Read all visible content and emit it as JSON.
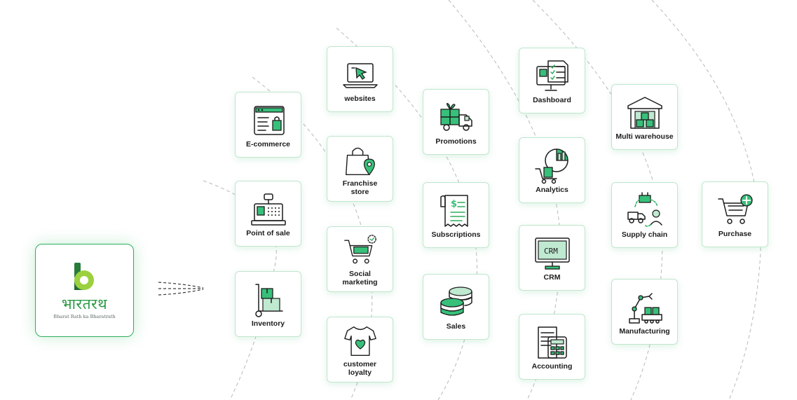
{
  "brand": {
    "name": "भारतरथ",
    "tagline": "Bharat Rath ka Bharatrath",
    "accent": "#2fae5b",
    "icon": "b-logo-icon"
  },
  "modules": [
    {
      "id": "e-commerce",
      "label": "E-commerce",
      "icon": "browser-shop-icon"
    },
    {
      "id": "point-of-sale",
      "label": "Point of sale",
      "icon": "cash-register-icon"
    },
    {
      "id": "inventory",
      "label": "Inventory",
      "icon": "hand-truck-boxes-icon"
    },
    {
      "id": "websites",
      "label": "websites",
      "icon": "laptop-cursor-icon"
    },
    {
      "id": "franchise-store",
      "label": "Franchise store",
      "icon": "shopping-bag-pin-icon"
    },
    {
      "id": "social-marketing",
      "label": "Social marketing",
      "icon": "cart-heart-icon"
    },
    {
      "id": "customer-loyalty",
      "label": "customer loyalty",
      "icon": "tshirt-heart-icon"
    },
    {
      "id": "promotions",
      "label": "Promotions",
      "icon": "delivery-truck-gift-icon"
    },
    {
      "id": "subscriptions",
      "label": "Subscriptions",
      "icon": "invoice-receipt-icon"
    },
    {
      "id": "sales",
      "label": "Sales",
      "icon": "coin-stack-icon"
    },
    {
      "id": "dashboard",
      "label": "Dashboard",
      "icon": "monitor-checklist-icon"
    },
    {
      "id": "analytics",
      "label": "Analytics",
      "icon": "pie-chart-cart-icon"
    },
    {
      "id": "crm",
      "label": "CRM",
      "icon": "crm-monitor-icon"
    },
    {
      "id": "accounting",
      "label": "Accounting",
      "icon": "calculator-document-icon"
    },
    {
      "id": "multi-warehouse",
      "label": "Multi warehouse",
      "icon": "warehouse-icon"
    },
    {
      "id": "supply-chain",
      "label": "Supply chain",
      "icon": "supply-cycle-icon"
    },
    {
      "id": "manufacturing",
      "label": "Manufacturing",
      "icon": "robot-arm-icon"
    },
    {
      "id": "purchase",
      "label": "Purchase",
      "icon": "cart-plus-icon"
    }
  ],
  "icon_text": {
    "crm": "CRM",
    "currency": "$"
  },
  "colors": {
    "card_border": "#bfe6cc",
    "icon_green": "#37c07a",
    "icon_stroke": "#1c1c1c",
    "arc": "#bdbdbd"
  }
}
